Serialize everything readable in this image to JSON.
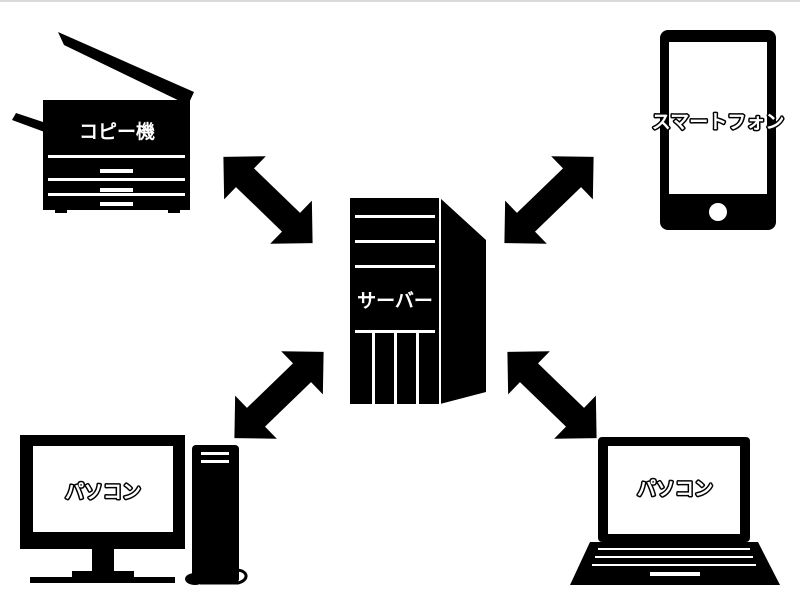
{
  "labels": {
    "copier": "コピー機",
    "smartphone": "スマートフォン",
    "server": "サーバー",
    "desktop_pc": "パソコン",
    "laptop_pc": "パソコン"
  },
  "colors": {
    "ink": "#000000",
    "paper": "#ffffff"
  }
}
